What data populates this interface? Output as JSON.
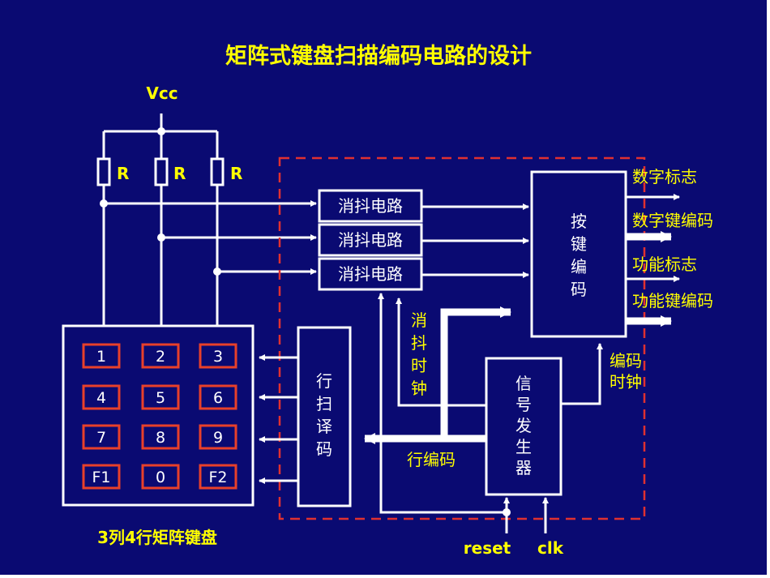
{
  "title": "矩阵式键盘扫描编码电路的设计",
  "vcc_label": "Vcc",
  "resistor_label": "R",
  "debounce_label": "消抖电路",
  "encoder_label": [
    "按",
    "键",
    "编",
    "码"
  ],
  "row_decoder_label": [
    "行",
    "扫",
    "译",
    "码"
  ],
  "signal_gen_label": [
    "信",
    "号",
    "发",
    "生",
    "器"
  ],
  "debounce_clock_label": [
    "消",
    "抖",
    "时",
    "钟"
  ],
  "encode_clock_label": [
    "编码",
    "时钟"
  ],
  "row_code_label": "行编码",
  "outputs": [
    "数字标志",
    "数字键编码",
    "功能标志",
    "功能键编码"
  ],
  "keypad_keys": [
    [
      "1",
      "2",
      "3"
    ],
    [
      "4",
      "5",
      "6"
    ],
    [
      "7",
      "8",
      "9"
    ],
    [
      "F1",
      "0",
      "F2"
    ]
  ],
  "keypad_caption": "3列4行矩阵键盘",
  "reset_label": "reset",
  "clk_label": "clk",
  "colors": {
    "background": "#0a0a72",
    "title": "#ffff00",
    "line": "#ffffff",
    "key_border": "#e8402a",
    "dashed_border": "#e03030"
  }
}
